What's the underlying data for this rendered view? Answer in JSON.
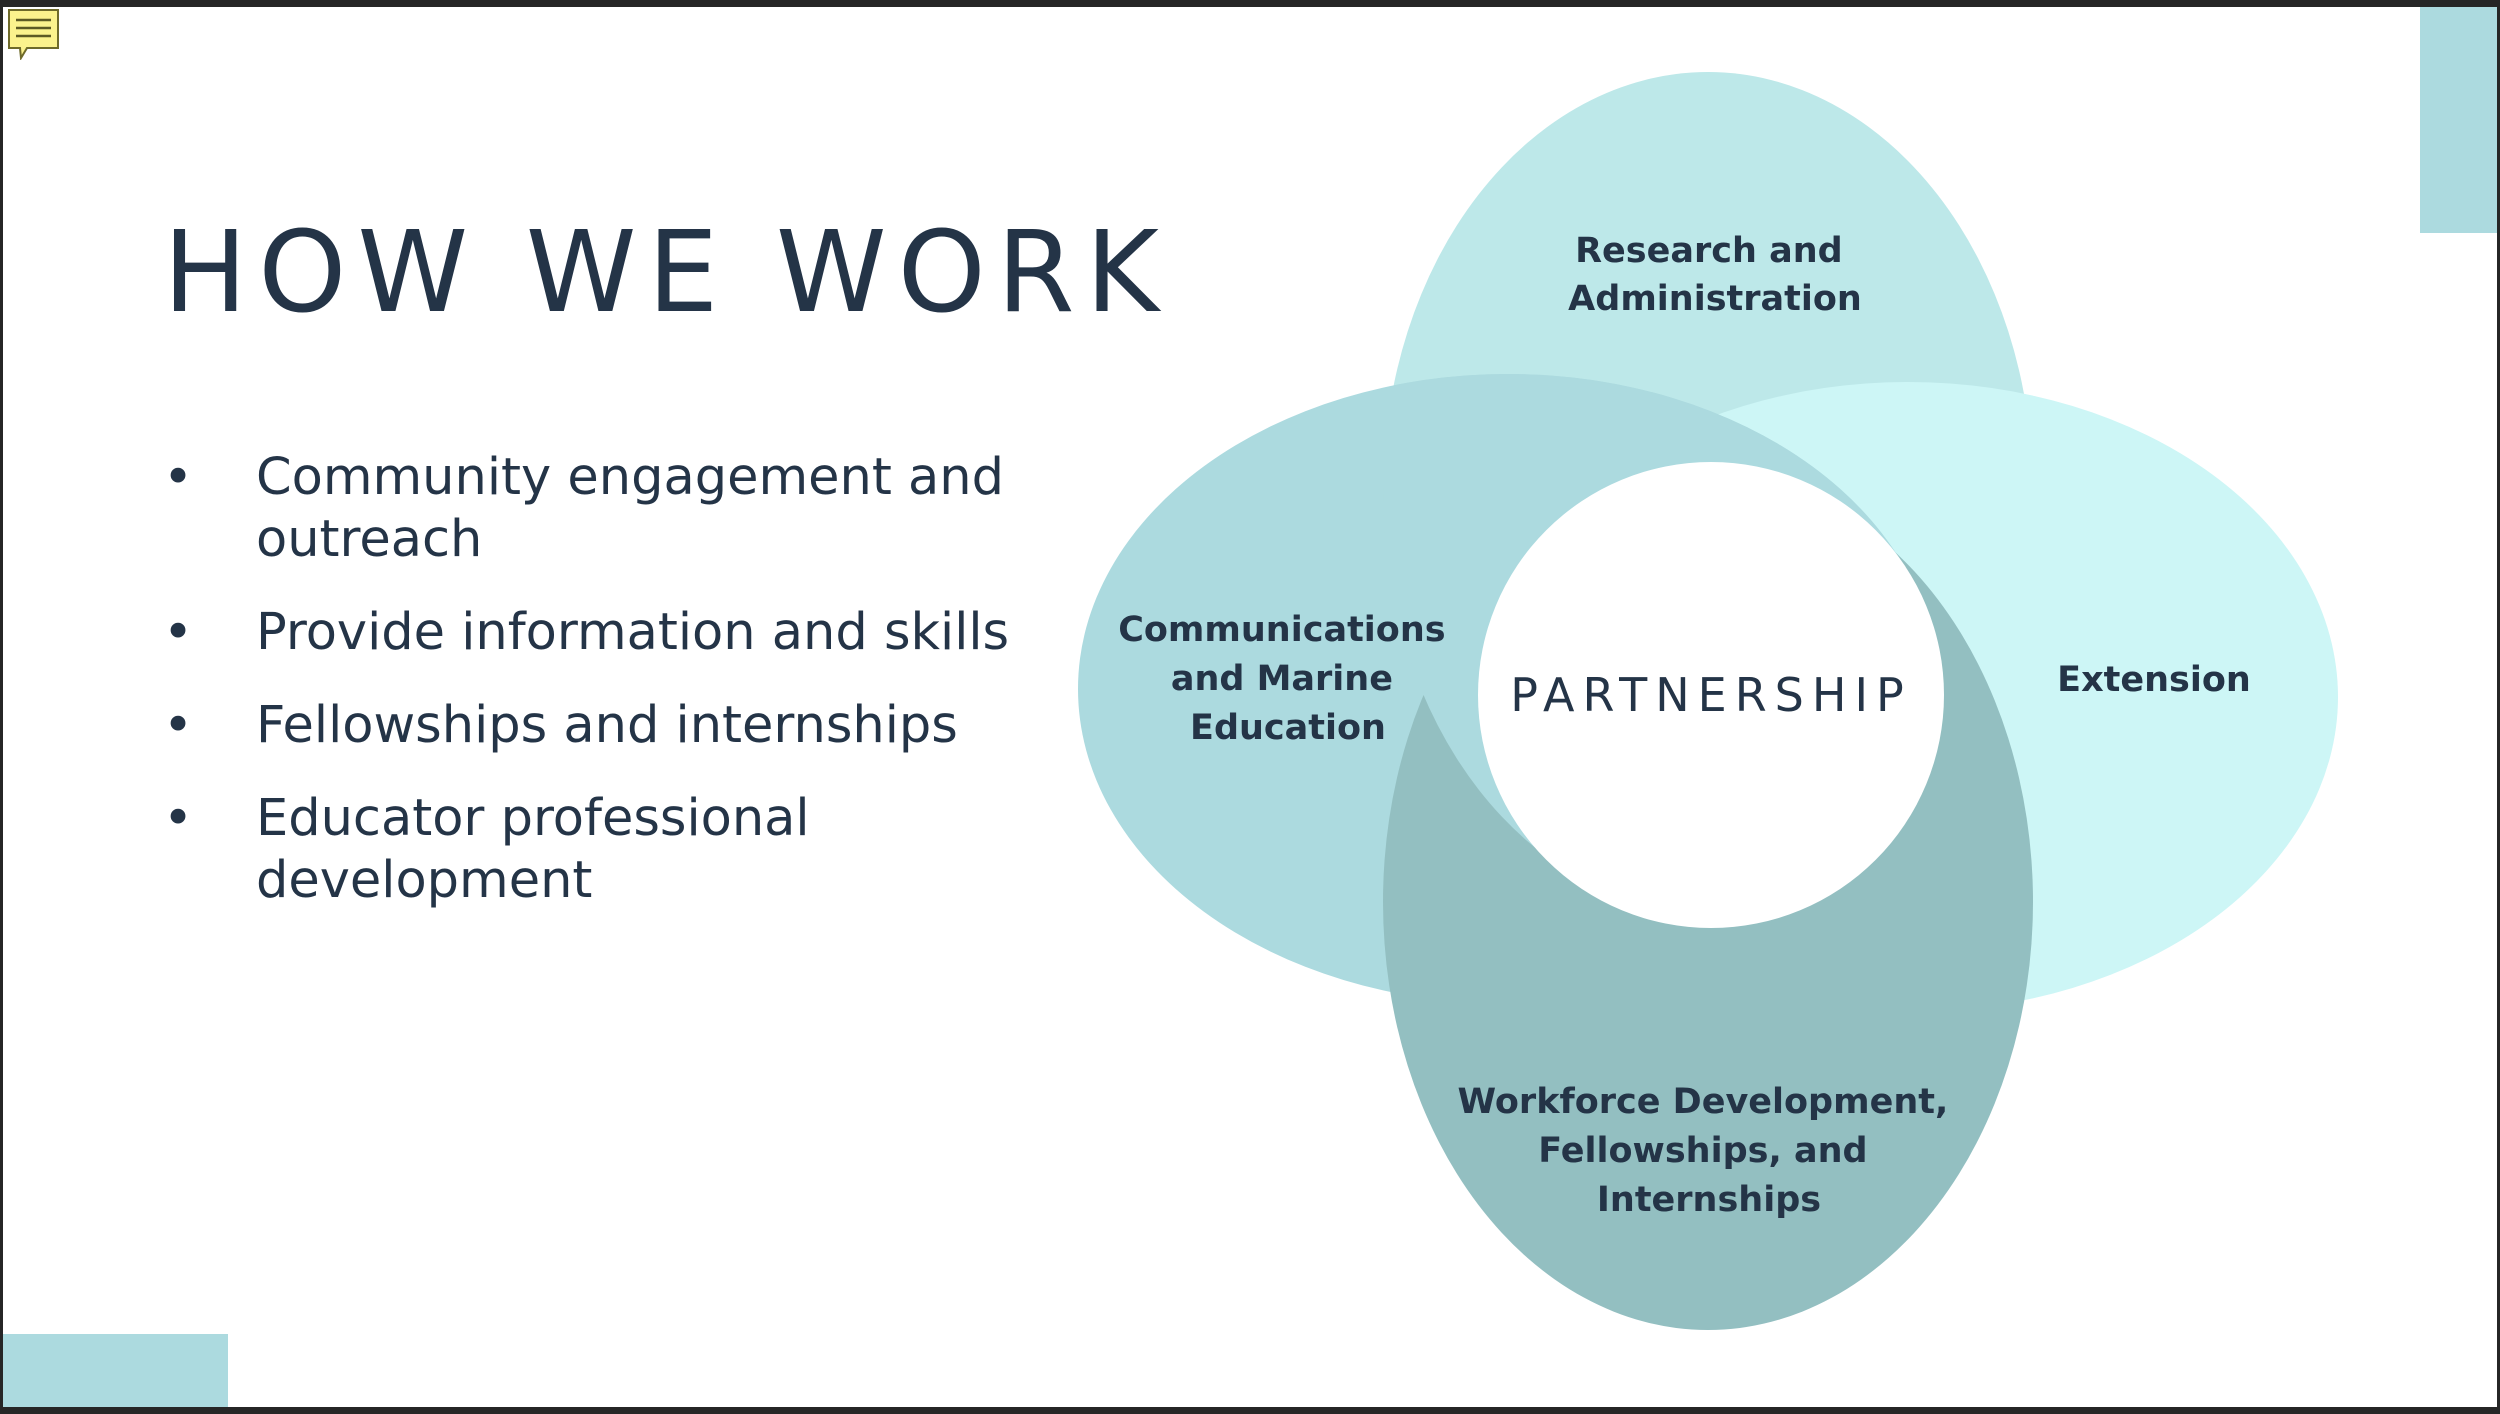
{
  "slide": {
    "title": "HOW WE WORK",
    "bullets": [
      {
        "line1": "Community engagement and",
        "line2": "outreach"
      },
      {
        "line1": "Provide information and skills",
        "line2": ""
      },
      {
        "line1": "Fellowships and internships",
        "line2": ""
      },
      {
        "line1": "Educator professional",
        "line2": "development"
      }
    ],
    "bullet_symbol": "•"
  },
  "diagram": {
    "center": "PARTNERSHIP",
    "top": {
      "line1": "Research and",
      "line2": "Administration"
    },
    "right": {
      "line1": "Extension"
    },
    "left": {
      "line1": "Communications",
      "line2": "and Marine",
      "line3": "Education"
    },
    "bottom": {
      "line1": "Workforce Development,",
      "line2": "Fellowships, and",
      "line3": "Internships"
    }
  },
  "colors": {
    "text": "#243447",
    "petal_top": "#bde8e9",
    "petal_right": "#cdf6f6",
    "petal_left": "#acdadf",
    "petal_bottom": "#93bfc1",
    "accent": "#acdadf"
  },
  "icons": {
    "note": "comment-note-icon"
  }
}
